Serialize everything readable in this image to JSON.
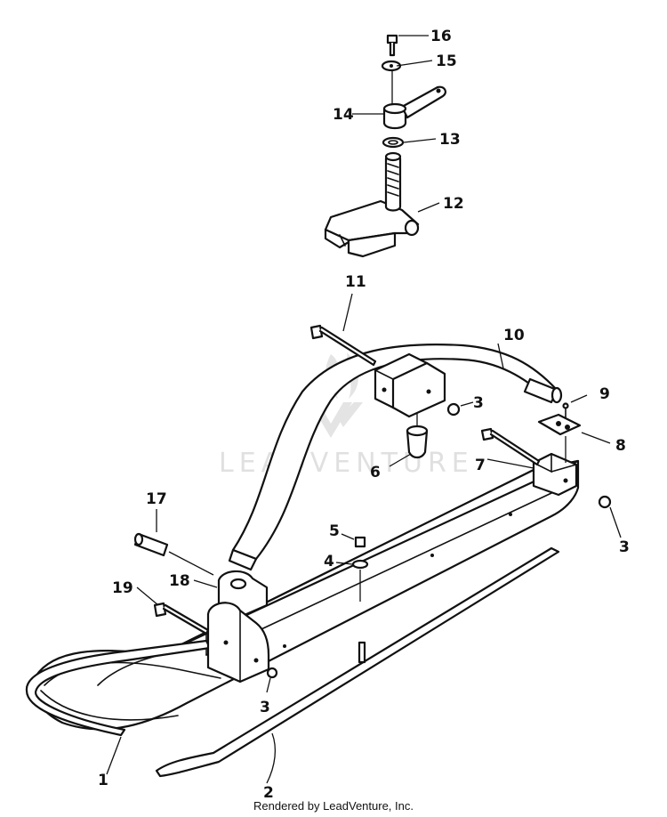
{
  "callouts": [
    "1",
    "2",
    "3",
    "3",
    "3",
    "4",
    "5",
    "6",
    "7",
    "8",
    "9",
    "10",
    "11",
    "12",
    "13",
    "14",
    "15",
    "16",
    "17",
    "18",
    "19"
  ],
  "watermark": "LEADVENTURE",
  "credit": "Rendered by LeadVenture, Inc."
}
